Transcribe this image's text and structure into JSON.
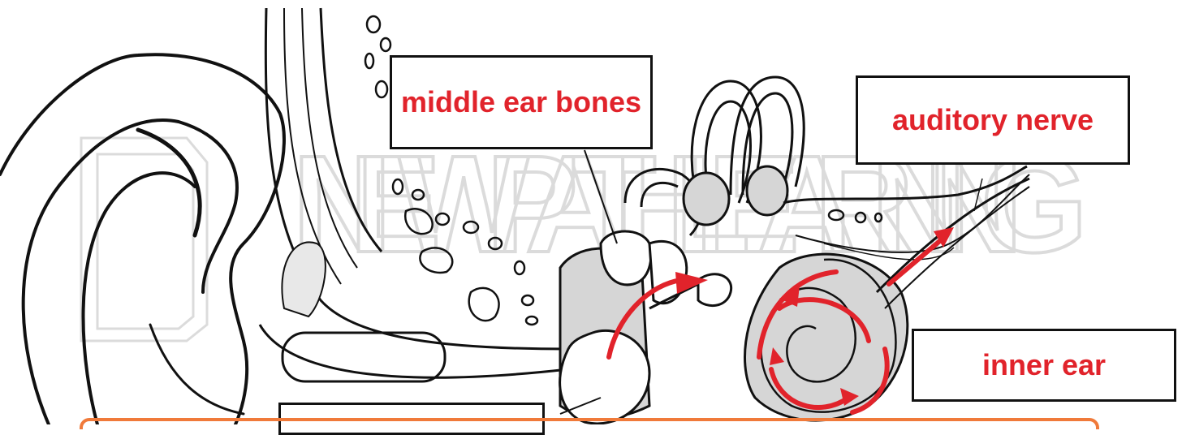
{
  "diagram": {
    "labels": {
      "middle_ear_bones": "middle ear bones",
      "auditory_nerve": "auditory nerve",
      "inner_ear": "inner ear",
      "outer_ear": ""
    },
    "watermark_text": "NEWPATH LEARNING",
    "colors": {
      "label_text": "#e1232b",
      "arrows": "#e1232b",
      "outline": "#111111",
      "fill_shade": "#d6d6d6",
      "footer_border": "#f07a3a"
    }
  }
}
